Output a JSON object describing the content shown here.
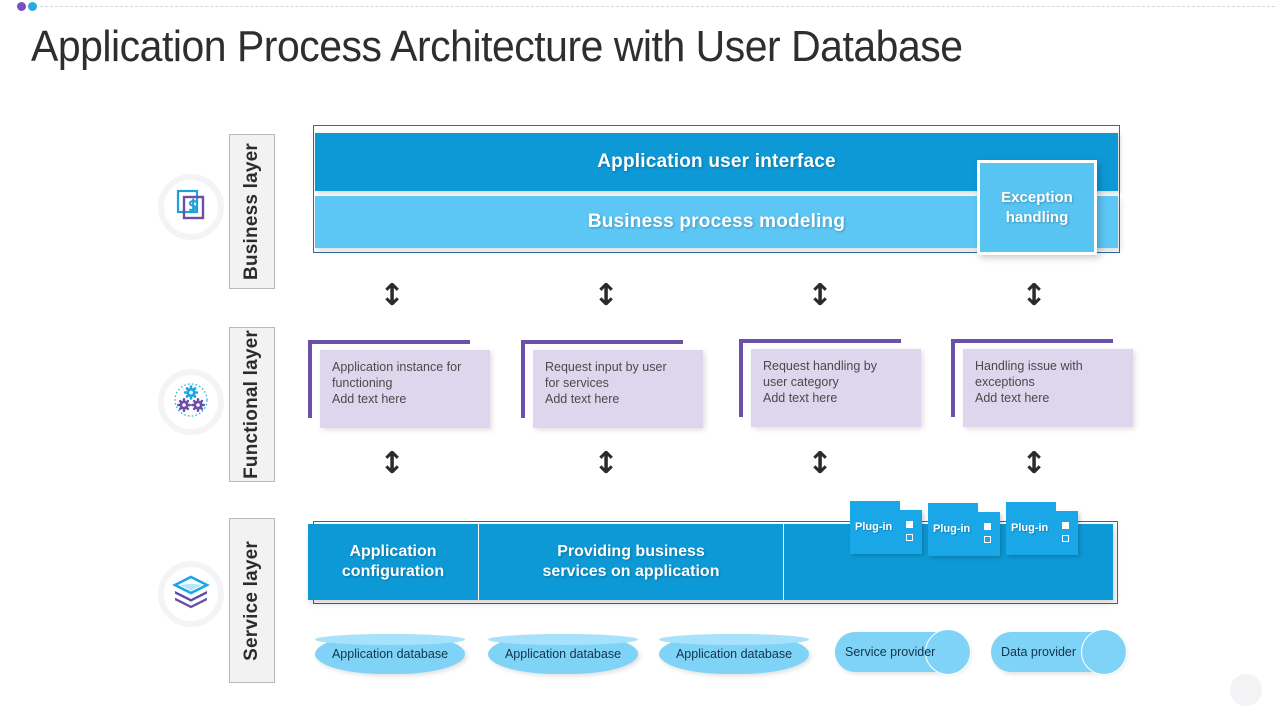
{
  "decor": {
    "dot_purple": "#7a4ec4",
    "dot_blue": "#27a9e1"
  },
  "page_title": "Application Process Architecture with User Database",
  "colors": {
    "primary_blue": "#0d99d6",
    "light_blue": "#5cc6f5",
    "pale_blue": "#7ed3f7",
    "purple": "#6b4fa8",
    "lavender": "#ddd6ec"
  },
  "layers": [
    {
      "id": "business",
      "label": "Business layer",
      "icon": "document-stack-dollar-icon"
    },
    {
      "id": "functional",
      "label": "Functional layer",
      "icon": "gears-icon"
    },
    {
      "id": "service",
      "label": "Service layer",
      "icon": "layers-icon"
    }
  ],
  "business_layer": {
    "bars": [
      {
        "id": "application-user-interface",
        "label": "Application user interface"
      },
      {
        "id": "business-process-modeling",
        "label": "Business process modeling"
      }
    ],
    "exception": {
      "line1": "Exception",
      "line2": "handling"
    }
  },
  "functional_layer": {
    "boxes": [
      {
        "id": "application-instance",
        "line1": "Application instance for",
        "line2": "functioning",
        "line3": "Add text here"
      },
      {
        "id": "request-input",
        "line1": "Request  input by user",
        "line2": "for  services",
        "line3": "Add text here"
      },
      {
        "id": "request-handling",
        "line1": "Request  handling  by",
        "line2": "user category",
        "line3": "Add text here"
      },
      {
        "id": "handling-issue",
        "line1": "Handling issue with",
        "line2": "exceptions",
        "line3": "Add text here"
      }
    ]
  },
  "arrows": {
    "glyph": "↕",
    "upper_row_count": 4,
    "lower_row_count": 4
  },
  "service_layer": {
    "cells": [
      {
        "id": "application-configuration",
        "line1": "Application",
        "line2": "configuration"
      },
      {
        "id": "providing-business",
        "line1": "Providing business",
        "line2": "services on application"
      },
      {
        "id": "empty-cell",
        "line1": "",
        "line2": ""
      }
    ],
    "plugins": [
      {
        "id": "plugin-1",
        "label": "Plug-in"
      },
      {
        "id": "plugin-2",
        "label": "Plug-in"
      },
      {
        "id": "plugin-3",
        "label": "Plug-in"
      }
    ]
  },
  "data_stores": {
    "databases": [
      {
        "id": "application-database-1",
        "label": "Application database"
      },
      {
        "id": "application-database-2",
        "label": "Application database"
      },
      {
        "id": "application-database-3",
        "label": "Application database"
      }
    ],
    "providers": [
      {
        "id": "service-provider",
        "label": "Service provider"
      },
      {
        "id": "data-provider",
        "label": "Data provider"
      }
    ]
  }
}
